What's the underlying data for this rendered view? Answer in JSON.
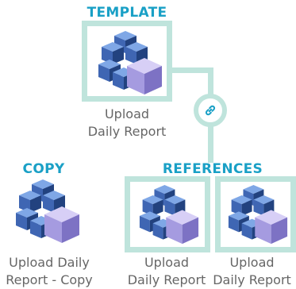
{
  "colors": {
    "heading": "#1aa0c6",
    "caption": "#666666",
    "frame": "#bfe4dc",
    "cube_top": "#7fa7e6",
    "cube_left": "#3f66b3",
    "cube_right": "#22427f",
    "accent_top": "#d7cff6",
    "accent_left": "#a59be0",
    "accent_right": "#7d72c4",
    "link_icon": "#1aa0c6"
  },
  "template": {
    "heading": "TEMPLATE",
    "caption_line1": "Upload",
    "caption_line2": "Daily Report",
    "icon": "cube-cluster-icon"
  },
  "link_icon": "chain-link-icon",
  "copy": {
    "heading": "COPY",
    "caption_line1": "Upload Daily",
    "caption_line2": "Report - Copy",
    "icon": "cube-cluster-icon"
  },
  "references": {
    "heading": "REFERENCES",
    "items": [
      {
        "caption_line1": "Upload",
        "caption_line2": "Daily Report",
        "icon": "cube-cluster-icon"
      },
      {
        "caption_line1": "Upload",
        "caption_line2": "Daily Report",
        "icon": "cube-cluster-icon"
      }
    ]
  }
}
